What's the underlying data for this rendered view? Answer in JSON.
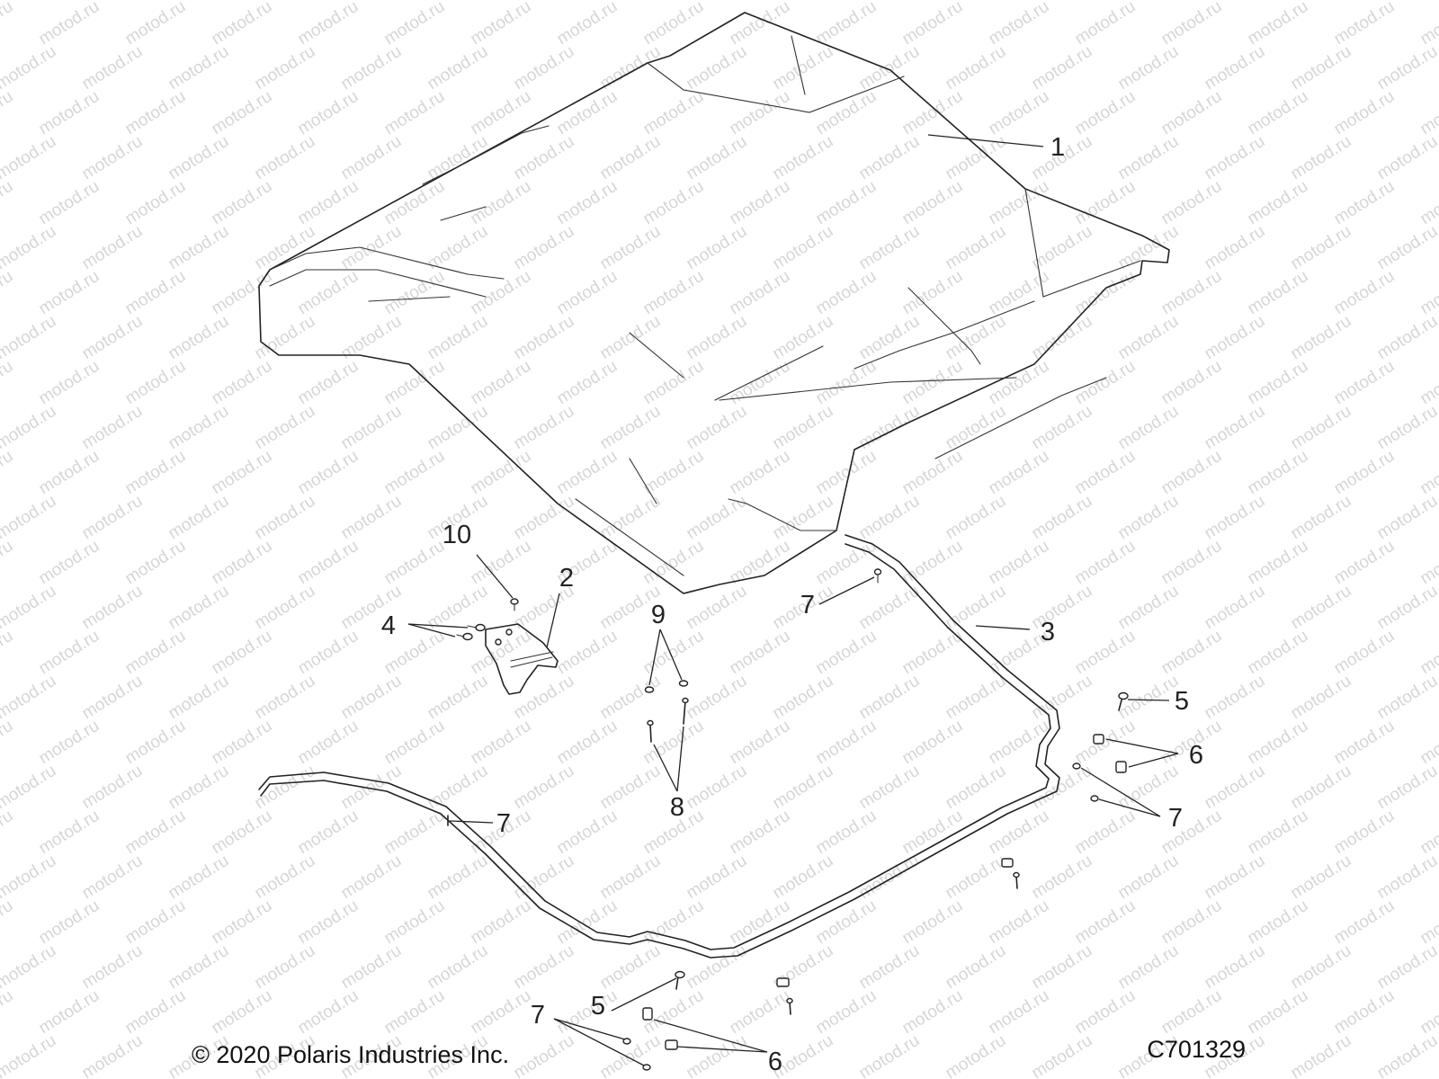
{
  "watermark": {
    "text": "motod.ru"
  },
  "diagram": {
    "callouts": [
      {
        "id": "1",
        "text": "1"
      },
      {
        "id": "2",
        "text": "2"
      },
      {
        "id": "3",
        "text": "3"
      },
      {
        "id": "4",
        "text": "4"
      },
      {
        "id": "5a",
        "text": "5"
      },
      {
        "id": "5b",
        "text": "5"
      },
      {
        "id": "6a",
        "text": "6"
      },
      {
        "id": "6b",
        "text": "6"
      },
      {
        "id": "7a",
        "text": "7"
      },
      {
        "id": "7b",
        "text": "7"
      },
      {
        "id": "7c",
        "text": "7"
      },
      {
        "id": "7d",
        "text": "7"
      },
      {
        "id": "8",
        "text": "8"
      },
      {
        "id": "9",
        "text": "9"
      },
      {
        "id": "10",
        "text": "10"
      }
    ]
  },
  "footer": {
    "copyright": "© 2020 Polaris Industries Inc.",
    "figure_id": "C701329"
  }
}
